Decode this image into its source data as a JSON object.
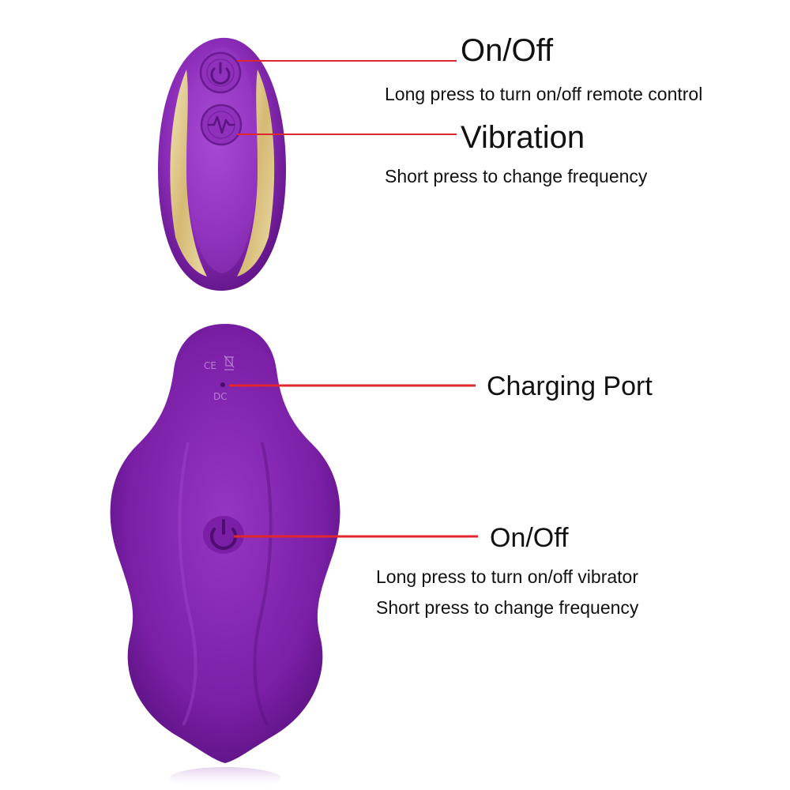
{
  "remote": {
    "power": {
      "title": "On/Off",
      "description": "Long press to turn on/off remote control"
    },
    "vibration": {
      "title": "Vibration",
      "description": "Short press to change frequency"
    }
  },
  "device": {
    "markings": {
      "ce": "CE",
      "dc": "DC"
    },
    "charging": {
      "title": "Charging Port"
    },
    "power": {
      "title": "On/Off",
      "description_1": "Long press to turn on/off vibrator",
      "description_2": "Short press to change frequency"
    }
  },
  "colors": {
    "body_purple": "#7a1fa6",
    "body_purple_light": "#9a3cc6",
    "gold_accent": "#e8d48a",
    "callout_red": "#e0262e"
  },
  "icons": [
    "power-icon",
    "vibration-pulse-icon"
  ]
}
